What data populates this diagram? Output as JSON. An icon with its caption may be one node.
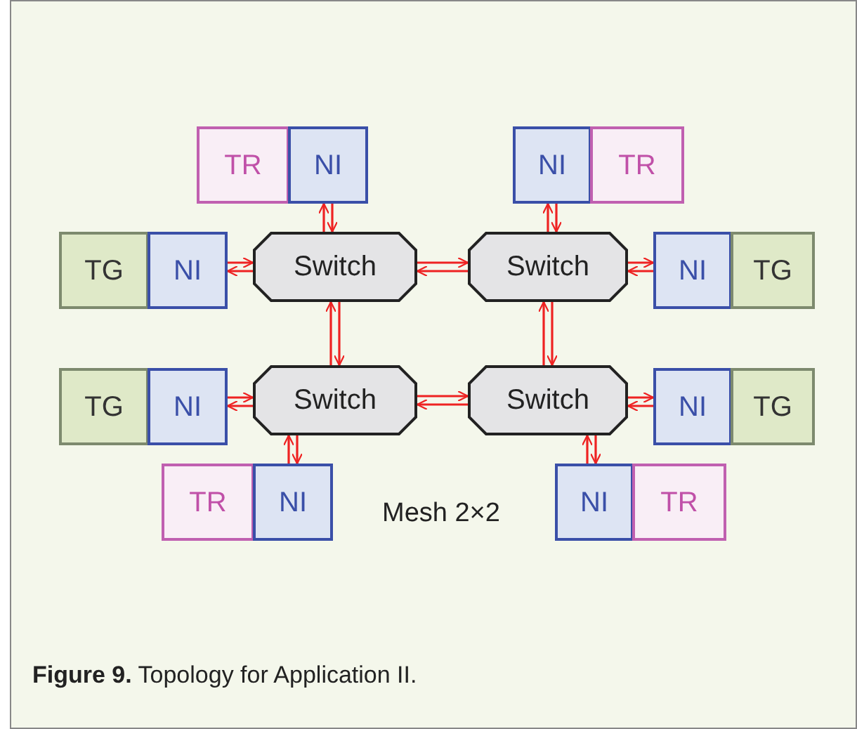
{
  "diagram": {
    "caption": "**Figure 9.** Topology for Application II.",
    "nodes": [
      {
        "text": [
          "TR"
        ]
      },
      {
        "text": [
          "NI"
        ]
      },
      {
        "text": [
          "NI"
        ]
      },
      {
        "text": [
          "TR"
        ]
      },
      {
        "text": [
          "TG"
        ]
      },
      {
        "text": [
          "NI"
        ]
      },
      {
        "text": [
          "Switch"
        ]
      },
      {
        "text": [
          "Switch"
        ]
      },
      {
        "text": [
          "NI"
        ]
      },
      {
        "text": [
          "TG"
        ]
      },
      {
        "text": [
          "TG"
        ]
      },
      {
        "text": [
          "NI"
        ]
      },
      {
        "text": [
          "Switch"
        ]
      },
      {
        "text": [
          "Switch"
        ]
      },
      {
        "text": [
          "NI"
        ]
      },
      {
        "text": [
          "TG"
        ]
      },
      {
        "text": [
          "TR"
        ]
      },
      {
        "text": [
          "NI"
        ]
      },
      {
        "text": [
          "NI"
        ]
      },
      {
        "text": [
          "TR"
        ]
      }
    ],
    "edges": [
      {
        "from": 1,
        "to": 6,
        "arrow": "to"
      },
      {
        "from": 6,
        "to": 1,
        "arrow": "to"
      },
      {
        "from": 2,
        "to": 7,
        "arrow": "to"
      },
      {
        "from": 7,
        "to": 2,
        "arrow": "to"
      },
      {
        "from": 5,
        "to": 6,
        "arrow": "to"
      },
      {
        "from": 6,
        "to": 5,
        "arrow": "to"
      },
      {
        "from": 6,
        "to": 7,
        "arrow": "to"
      },
      {
        "from": 7,
        "to": 6,
        "arrow": "to"
      },
      {
        "from": 7,
        "to": 8,
        "arrow": "to"
      },
      {
        "from": 8,
        "to": 7,
        "arrow": "to"
      },
      {
        "from": 6,
        "to": 12,
        "arrow": "to"
      },
      {
        "from": 12,
        "to": 6,
        "arrow": "to"
      },
      {
        "from": 7,
        "to": 13,
        "arrow": "to"
      },
      {
        "from": 13,
        "to": 7,
        "arrow": "to"
      },
      {
        "from": 11,
        "to": 12,
        "arrow": "to"
      },
      {
        "from": 12,
        "to": 11,
        "arrow": "to"
      },
      {
        "from": 12,
        "to": 13,
        "arrow": "to"
      },
      {
        "from": 13,
        "to": 12,
        "arrow": "to"
      },
      {
        "from": 13,
        "to": 14,
        "arrow": "to"
      },
      {
        "from": 14,
        "to": 13,
        "arrow": "to"
      },
      {
        "from": 17,
        "to": 12,
        "arrow": "to"
      },
      {
        "from": 12,
        "to": 17,
        "arrow": "to"
      },
      {
        "from": 18,
        "to": 13,
        "arrow": "to"
      },
      {
        "from": 13,
        "to": 18,
        "arrow": "to"
      }
    ],
    "labels": [
      "Mesh 2×2"
    ]
  }
}
